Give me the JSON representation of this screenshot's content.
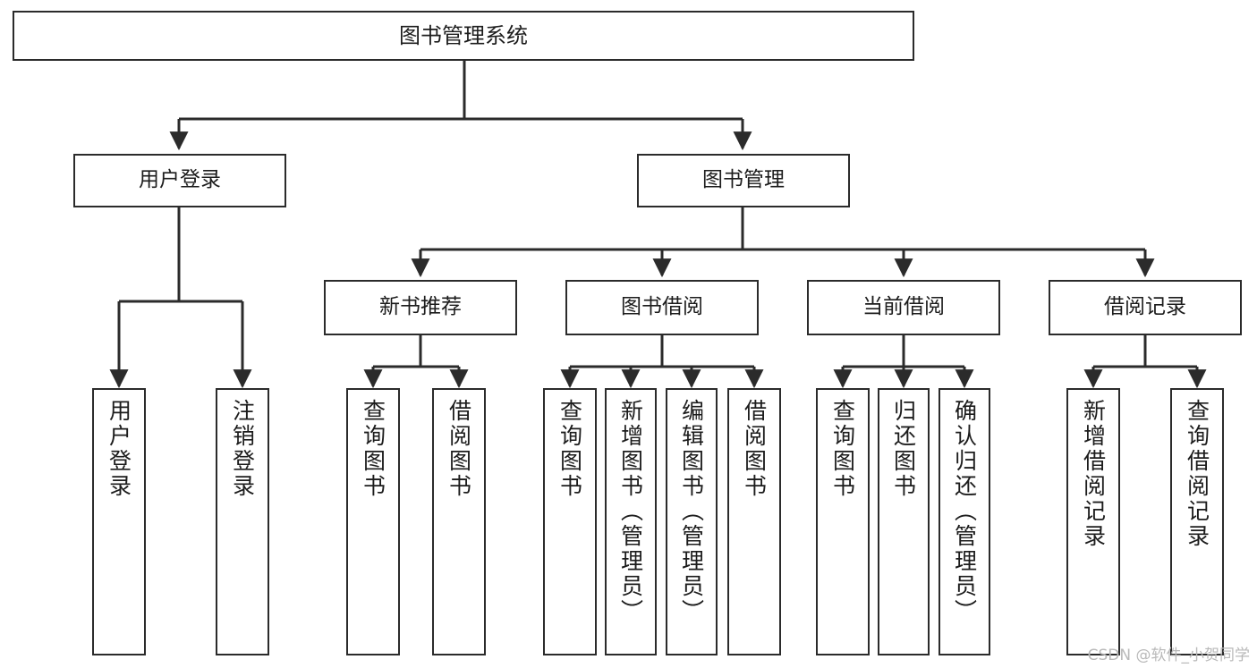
{
  "diagram": {
    "title": "图书管理系统",
    "type": "tree-hierarchy-chart",
    "stroke_color": "#2b2b2b",
    "fill_color": "#ffffff",
    "text_color": "#1c1c1c"
  },
  "watermark": {
    "text": "CSDN @软件_小贺同学",
    "color": "#b9b9b9"
  },
  "nodes": {
    "root": {
      "label": "图书管理系统"
    },
    "level1": [
      {
        "label": "用户登录"
      },
      {
        "label": "图书管理"
      }
    ],
    "level2": [
      {
        "label": "新书推荐"
      },
      {
        "label": "图书借阅"
      },
      {
        "label": "当前借阅"
      },
      {
        "label": "借阅记录"
      }
    ],
    "login_children": [
      {
        "label": "用户登录"
      },
      {
        "label": "注销登录"
      }
    ],
    "newbook_children": [
      {
        "label": "查询图书"
      },
      {
        "label": "借阅图书"
      }
    ],
    "borrow_children": [
      {
        "label": "查询图书"
      },
      {
        "label": "新增图书（管理员）"
      },
      {
        "label": "编辑图书（管理员）"
      },
      {
        "label": "借阅图书"
      }
    ],
    "current_children": [
      {
        "label": "查询图书"
      },
      {
        "label": "归还图书"
      },
      {
        "label": "确认归还（管理员）"
      }
    ],
    "record_children": [
      {
        "label": "新增借阅记录"
      },
      {
        "label": "查询借阅记录"
      }
    ]
  }
}
